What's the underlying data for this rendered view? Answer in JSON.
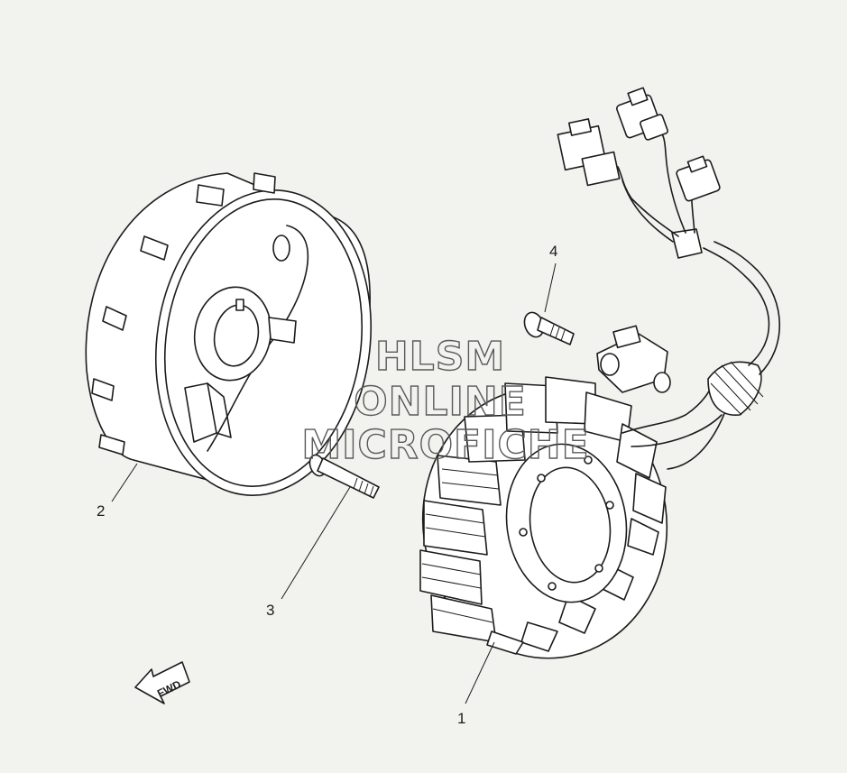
{
  "callouts": [
    {
      "number": "1",
      "part": "stator"
    },
    {
      "number": "2",
      "part": "rotor"
    },
    {
      "number": "3",
      "part": "bolt"
    },
    {
      "number": "4",
      "part": "screw"
    }
  ],
  "fwd_label": "FWD",
  "watermark": [
    "HLSM",
    "ONLINE",
    "MICROFICHE"
  ]
}
